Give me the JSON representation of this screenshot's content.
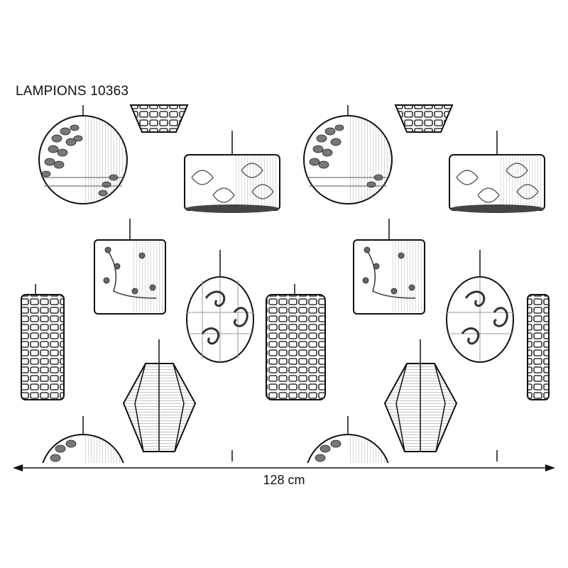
{
  "title": "LAMPIONS 10363",
  "measure": {
    "label": "128 cm"
  },
  "palette": {
    "ink": "#1a1a1a",
    "shade": "#8a8a8a",
    "light": "#c9c9c9",
    "paper": "#ffffff"
  },
  "lanterns": [
    {
      "kind": "globe-floral",
      "icon": "globe-lantern-icon"
    },
    {
      "kind": "bowl-striped",
      "icon": "bowl-lantern-icon"
    },
    {
      "kind": "drum-leaves",
      "icon": "drum-lantern-icon"
    },
    {
      "kind": "cylinder-blossom",
      "icon": "cylinder-lantern-icon"
    },
    {
      "kind": "oval-swirl",
      "icon": "oval-lantern-icon"
    },
    {
      "kind": "column-woven",
      "icon": "column-lantern-icon"
    },
    {
      "kind": "hexagon-ribbed",
      "icon": "hexagon-lantern-icon"
    }
  ]
}
